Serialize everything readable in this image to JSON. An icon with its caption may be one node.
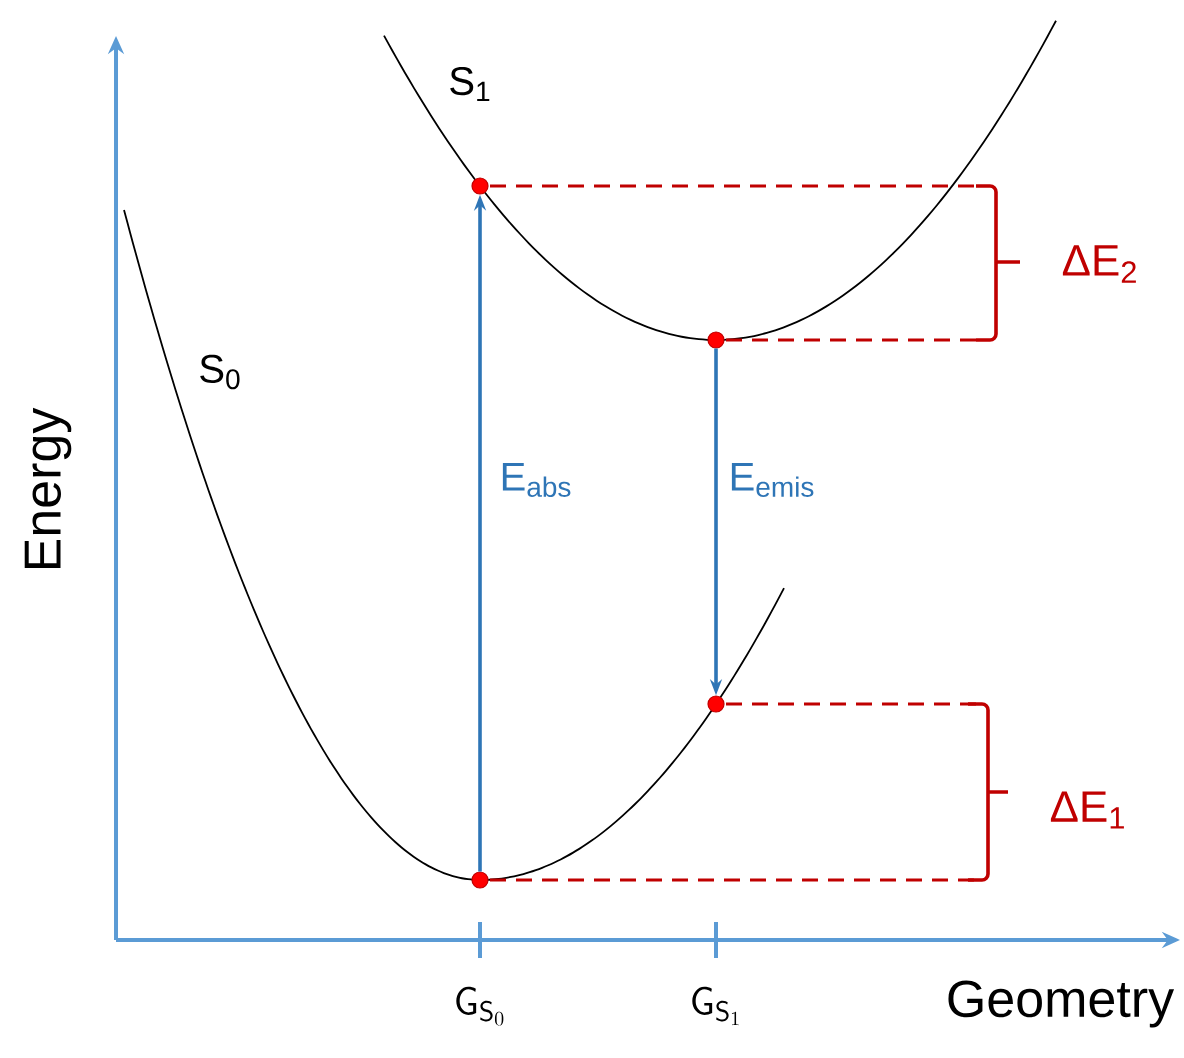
{
  "diagram": {
    "nodes": [
      {
        "text": [],
        "shape": "circle"
      },
      {
        "text": [],
        "shape": "circle"
      },
      {
        "text": [],
        "shape": "circle"
      },
      {
        "text": [],
        "shape": "circle"
      }
    ],
    "edges": [
      {
        "from": 0,
        "to": 1,
        "arrow": "to",
        "label": "E$_{abs}$"
      },
      {
        "from": 2,
        "to": 3,
        "arrow": "to",
        "label": "E$_{emis}$"
      }
    ],
    "labels": [
      "S$_{1}$",
      "S$_{0}$",
      "ΔE$_{2}$",
      "Energy",
      "ΔE$_{1}$",
      "\\mathsf{G}_{\\mathsf{S}_0}",
      "\\mathsf{G}_{\\mathsf{S}_1}",
      "Geometry"
    ]
  }
}
